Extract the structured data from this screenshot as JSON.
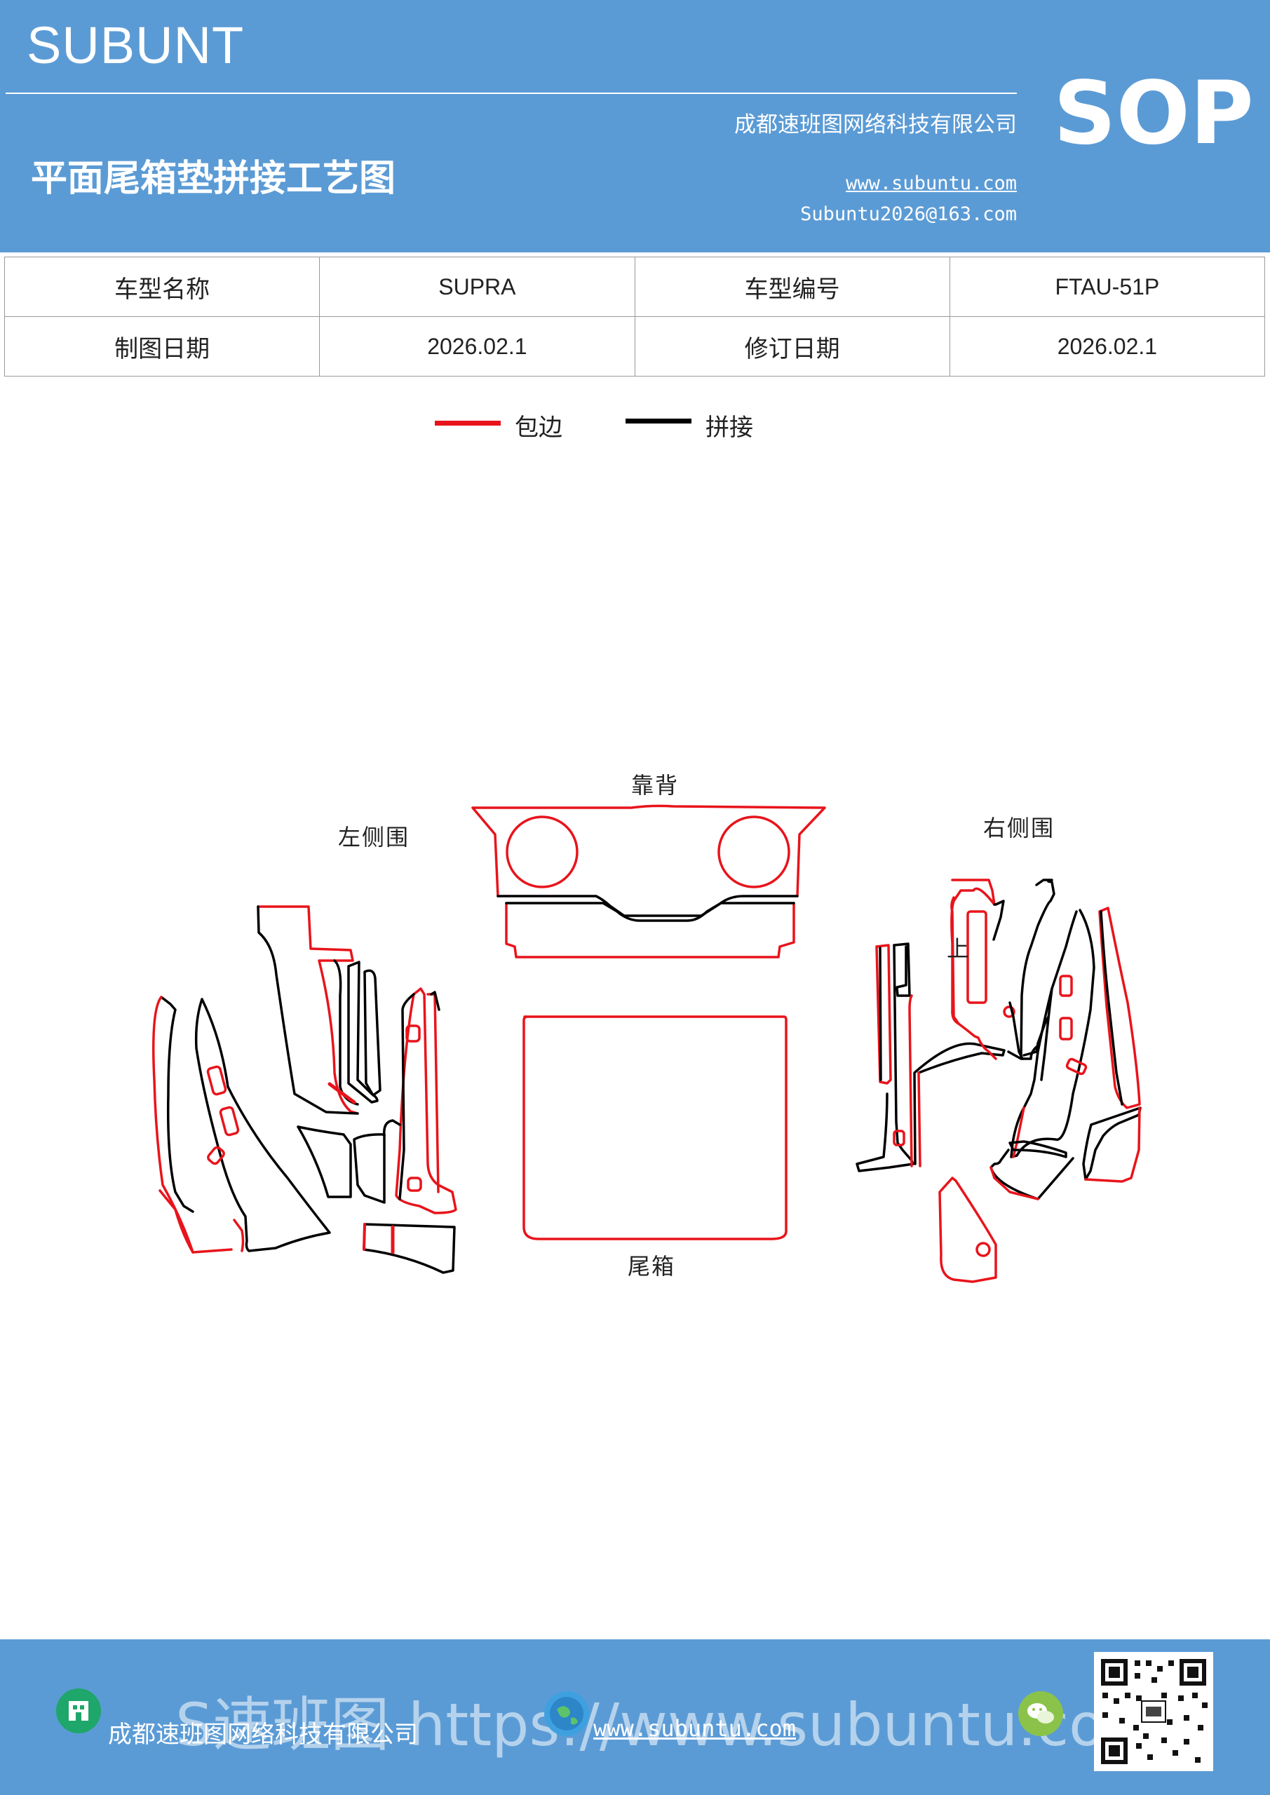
{
  "header": {
    "brand": "SUBUNT",
    "title": "平面尾箱垫拼接工艺图",
    "company": "成都速班图网络科技有限公司",
    "website": "www.subuntu.com",
    "email": "Subuntu2026@163.com",
    "badge": "SOP"
  },
  "info": {
    "model_name_label": "车型名称",
    "model_name": "SUPRA",
    "model_code_label": "车型编号",
    "model_code": "FTAU-51P",
    "draw_date_label": "制图日期",
    "draw_date": "2026.02.1",
    "revise_date_label": "修订日期",
    "revise_date": "2026.02.1"
  },
  "legend": {
    "edge_label": "包边",
    "edge_color": "#e8141b",
    "joint_label": "拼接",
    "joint_color": "#000000"
  },
  "diagram": {
    "backrest": "靠背",
    "left_side": "左侧围",
    "right_side": "右侧围",
    "trunk": "尾箱",
    "up_mark": "上"
  },
  "footer": {
    "company": "成都速班图网络科技有限公司",
    "website": "www.subuntu.com",
    "watermark": "S速班图 https://www.subuntu.com"
  },
  "icons": [
    "building-icon",
    "globe-icon",
    "wechat-icon",
    "qr-code"
  ]
}
